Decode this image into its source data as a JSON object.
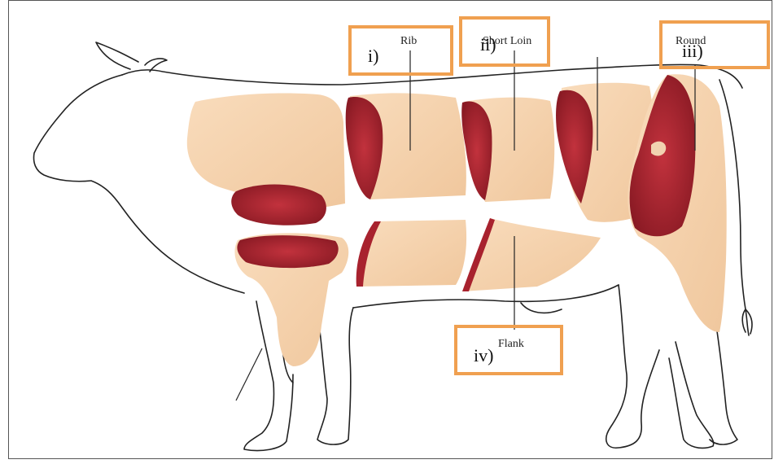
{
  "diagram": {
    "labels": {
      "rib": "Rib",
      "short_loin": "Short Loin",
      "round": "Round",
      "flank": "Flank"
    },
    "answer_boxes": {
      "box_1": "i)",
      "box_2": "ii)",
      "box_3": "iii)",
      "box_4": "iv)"
    },
    "colors": {
      "box_border": "#f0a050",
      "fat": "#f6d3ae",
      "meat": "#a8222e",
      "outline": "#222222"
    }
  }
}
